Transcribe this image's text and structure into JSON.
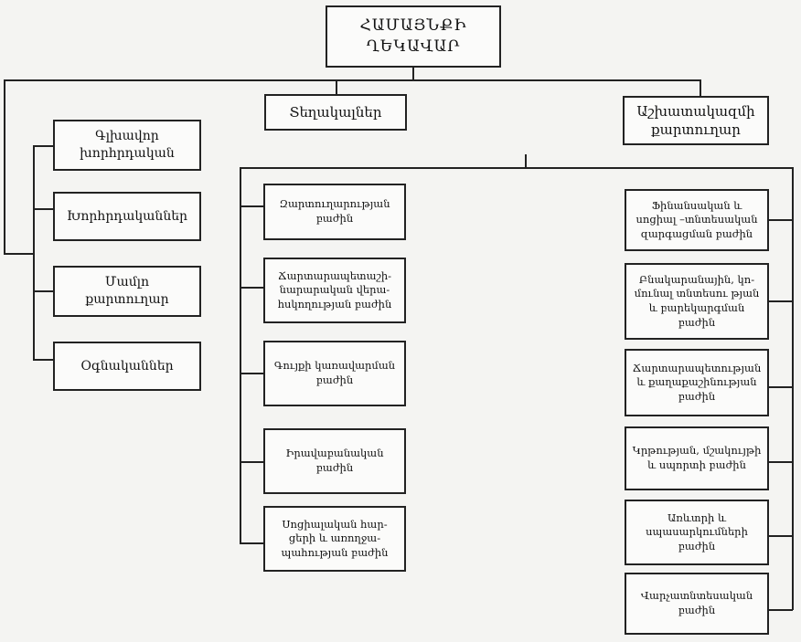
{
  "head": {
    "label": "ՀԱՄԱՅՆՔԻ\nՂԵԿԱՎԱՐ"
  },
  "level1": {
    "deputies": "Տեղակալներ",
    "chief_of_staff": "Աշխատակազմի\nքարտուղար"
  },
  "left_column": [
    "Գլխավոր\nխորհրդական",
    "Խորհրդականներ",
    "Մամլո\nքարտուղար",
    "Օգնականներ"
  ],
  "middle_column": [
    "Զարտուղարության\nբաժին",
    "Ճարտարապետաշի-\nնարարական վերա-\nհսկողության բաժին",
    "Գույքի կառավարման\nբաժին",
    "Իրավաբանական\nբաժին",
    "Սոցիալական հար-\nցերի և առողջա-\nպահության բաժին"
  ],
  "right_column": [
    "Ֆինանսական և\nսոցիալ –տնտեսական\nզարգացման բաժին",
    "Բնակարանային, կո-\nմունալ տնտեսու թյան\nև բարեկարգման\nբաժին",
    "Ճարտարապետության\nև քաղաքաշինության\nբաժին",
    "Կրթության, մշակույթի\nև սպորտի բաժին",
    "Առևտրի և\nսպասարկումների\nբաժին",
    "Վարչատնտեսական\nբաժին"
  ]
}
